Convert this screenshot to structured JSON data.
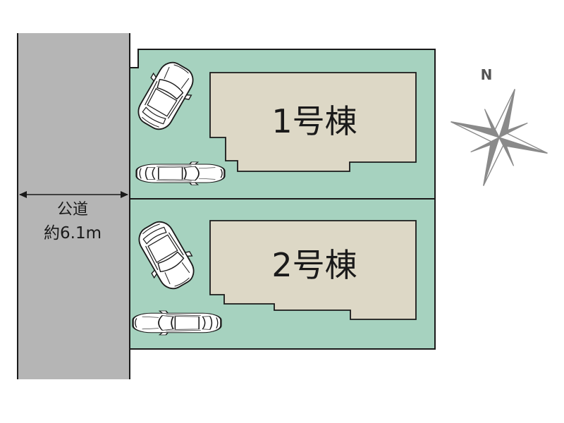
{
  "road": {
    "name": "公道",
    "width": "約6.1m"
  },
  "lots": [
    {
      "label": "1号棟"
    },
    {
      "label": "2号棟"
    }
  ],
  "compass": {
    "north_label": "N"
  },
  "colors": {
    "road": "#b5b5b5",
    "lot": "#a6d2bf",
    "building": "#ddd8c6",
    "outline": "#1a1a1a",
    "compass": "#8a8a8a"
  }
}
